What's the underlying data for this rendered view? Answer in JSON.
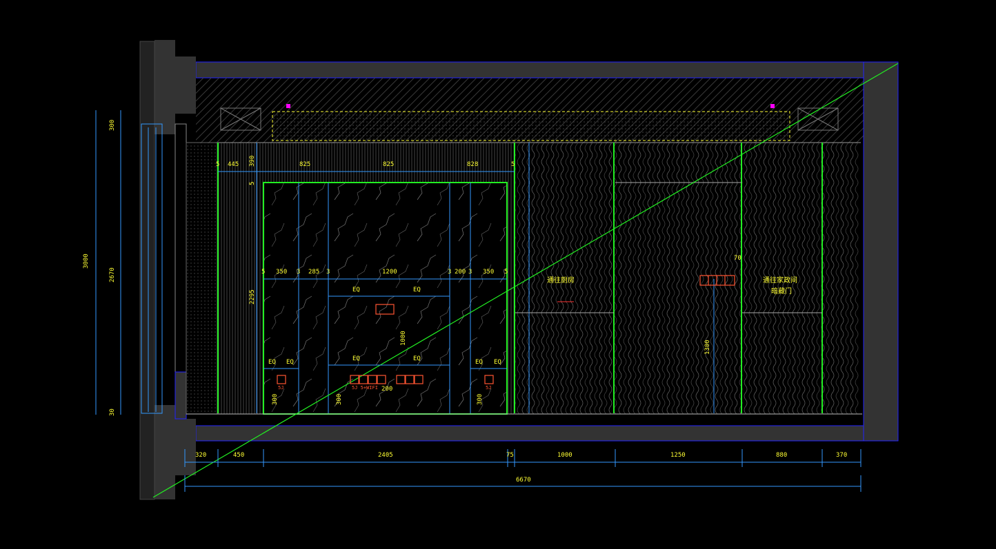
{
  "drawing": {
    "colors": {
      "background": "#000000",
      "wall_fill": "#333333",
      "outline_blue": "#2222ff",
      "panel_green": "#22ee22",
      "dim_cyan": "#3399ff",
      "text_yellow": "#ffff33",
      "symbol_red": "#ff5533",
      "marker_magenta": "#ff00ff"
    },
    "labels": {
      "to_kitchen": "通往厨房",
      "to_family_room_line1": "通往家政间",
      "to_family_room_line2": "暗藏门",
      "socket_note": "5J 5+WIFI"
    },
    "bottom_dimensions": [
      "320",
      "450",
      "2405",
      "75",
      "1000",
      "1250",
      "880",
      "370"
    ],
    "total_dimension": "6670",
    "left_dimensions": {
      "overall": "3000",
      "upper": "300",
      "middle": "2670",
      "lower": "30"
    },
    "top_row_dimensions": [
      "5",
      "445",
      "390",
      "825",
      "825",
      "828",
      "5"
    ],
    "upper_left_dimension": "5",
    "mid_row_dimensions": [
      "5",
      "350",
      "3",
      "285",
      "3",
      "1200",
      "3",
      "200",
      "3",
      "350",
      "5"
    ],
    "panel_height_dimension": "2295",
    "eq_marks": [
      "EQ",
      "EQ",
      "EQ",
      "EQ",
      "EQ",
      "EQ",
      "EQ",
      "EQ"
    ],
    "socket_heights": [
      "300",
      "300",
      "300",
      "300"
    ],
    "socket_offsets": [
      "1000",
      "200"
    ],
    "right_dimensions": {
      "gap": "70",
      "height": "1300"
    },
    "socket_tags": {
      "left": "5J",
      "right": "5J"
    }
  }
}
